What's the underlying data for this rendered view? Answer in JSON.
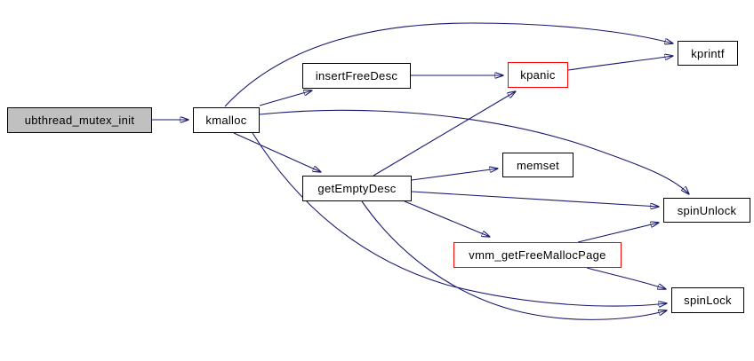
{
  "diagram": {
    "type": "call-graph",
    "root_function": "ubthread_mutex_init",
    "colors": {
      "edge": "#191970",
      "node_border": "#000000",
      "node_fill": "#ffffff",
      "root_node_fill": "#c0c0c0",
      "highlight_border": "#ff0000",
      "text": "#000000",
      "background": "#ffffff"
    },
    "nodes": [
      {
        "id": "ubthread_mutex_init",
        "label": "ubthread_mutex_init",
        "variant": "root"
      },
      {
        "id": "kmalloc",
        "label": "kmalloc",
        "variant": "normal"
      },
      {
        "id": "insertFreeDesc",
        "label": "insertFreeDesc",
        "variant": "normal"
      },
      {
        "id": "kpanic",
        "label": "kpanic",
        "variant": "red"
      },
      {
        "id": "kprintf",
        "label": "kprintf",
        "variant": "normal"
      },
      {
        "id": "getEmptyDesc",
        "label": "getEmptyDesc",
        "variant": "normal"
      },
      {
        "id": "memset",
        "label": "memset",
        "variant": "normal"
      },
      {
        "id": "spinUnlock",
        "label": "spinUnlock",
        "variant": "normal"
      },
      {
        "id": "vmm_getFreeMallocPage",
        "label": "vmm_getFreeMallocPage",
        "variant": "red"
      },
      {
        "id": "spinLock",
        "label": "spinLock",
        "variant": "normal"
      }
    ],
    "edges": [
      {
        "from": "ubthread_mutex_init",
        "to": "kmalloc"
      },
      {
        "from": "kmalloc",
        "to": "kprintf"
      },
      {
        "from": "kmalloc",
        "to": "insertFreeDesc"
      },
      {
        "from": "kmalloc",
        "to": "spinUnlock"
      },
      {
        "from": "kmalloc",
        "to": "getEmptyDesc"
      },
      {
        "from": "kmalloc",
        "to": "spinLock"
      },
      {
        "from": "insertFreeDesc",
        "to": "kpanic"
      },
      {
        "from": "kpanic",
        "to": "kprintf"
      },
      {
        "from": "getEmptyDesc",
        "to": "kpanic"
      },
      {
        "from": "getEmptyDesc",
        "to": "memset"
      },
      {
        "from": "getEmptyDesc",
        "to": "spinUnlock"
      },
      {
        "from": "getEmptyDesc",
        "to": "vmm_getFreeMallocPage"
      },
      {
        "from": "getEmptyDesc",
        "to": "spinLock"
      },
      {
        "from": "vmm_getFreeMallocPage",
        "to": "spinUnlock"
      },
      {
        "from": "vmm_getFreeMallocPage",
        "to": "spinLock"
      }
    ]
  }
}
